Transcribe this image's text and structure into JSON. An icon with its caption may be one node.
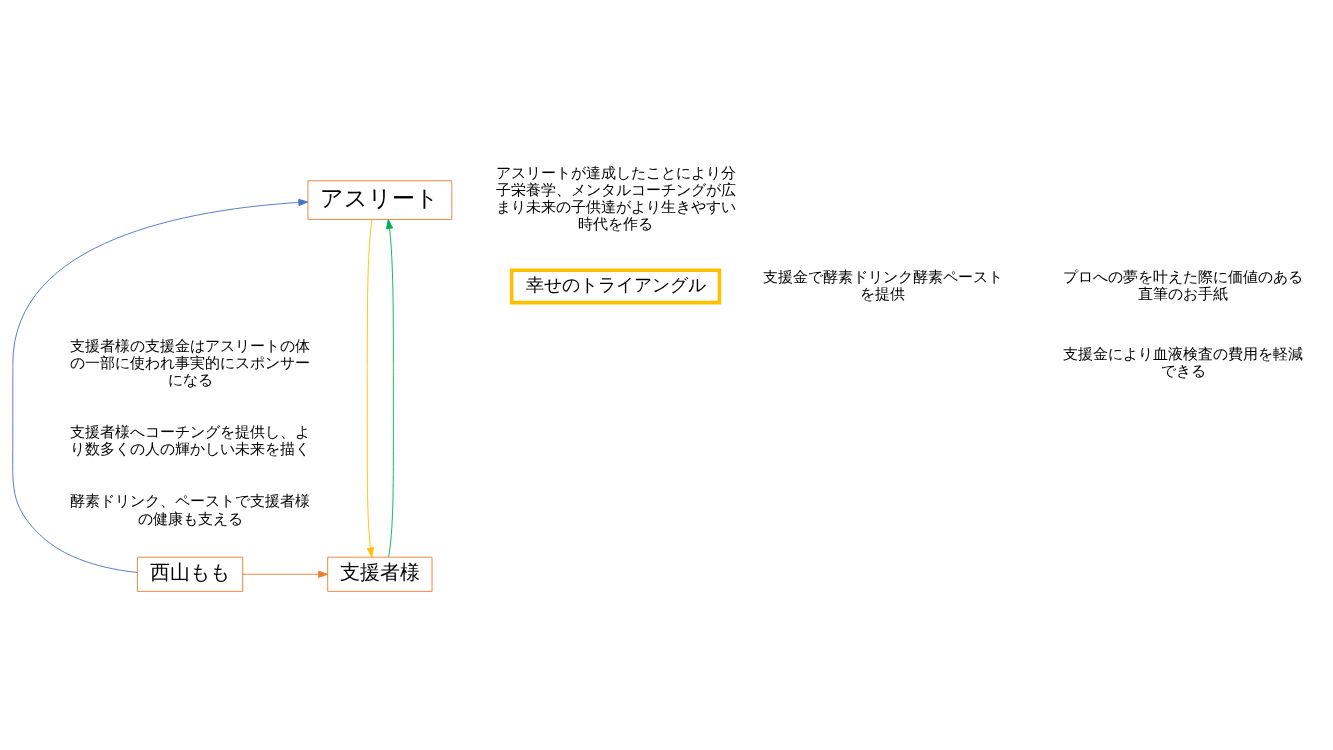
{
  "diagram": {
    "nodes": [
      {
        "text": [
          "アスリート"
        ]
      },
      {
        "text": [
          "幸せのトライアングル"
        ]
      },
      {
        "text": [
          "西山もも"
        ]
      },
      {
        "text": [
          "支援者様"
        ]
      }
    ],
    "edges": [
      {
        "from": 2,
        "to": 0,
        "arrow": "to",
        "color": "#4472c4"
      },
      {
        "from": 0,
        "to": 3,
        "arrow": "to",
        "color": "#ffc000"
      },
      {
        "from": 3,
        "to": 0,
        "arrow": "to",
        "color": "#00b050"
      },
      {
        "from": 2,
        "to": 3,
        "arrow": "to",
        "color": "#ed7d31"
      }
    ],
    "labels": [
      "アスリートが達成したことにより分子栄養学、メンタルコーチングが広まり未来の子供達がより生きやすい時代を作る",
      "支援金で酵素ドリンク酵素ペーストを提供",
      "プロへの夢を叶えた際に価値のある直筆のお手紙",
      "支援金により血液検査の費用を軽減できる",
      "支援者様の支援金はアスリートの体の一部に使われ事実的にスポンサーになる",
      "支援者様へコーチングを提供し、より数多くの人の輝かしい未来を描く",
      "酵素ドリンク、ペーストで支援者様の健康も支える"
    ]
  }
}
